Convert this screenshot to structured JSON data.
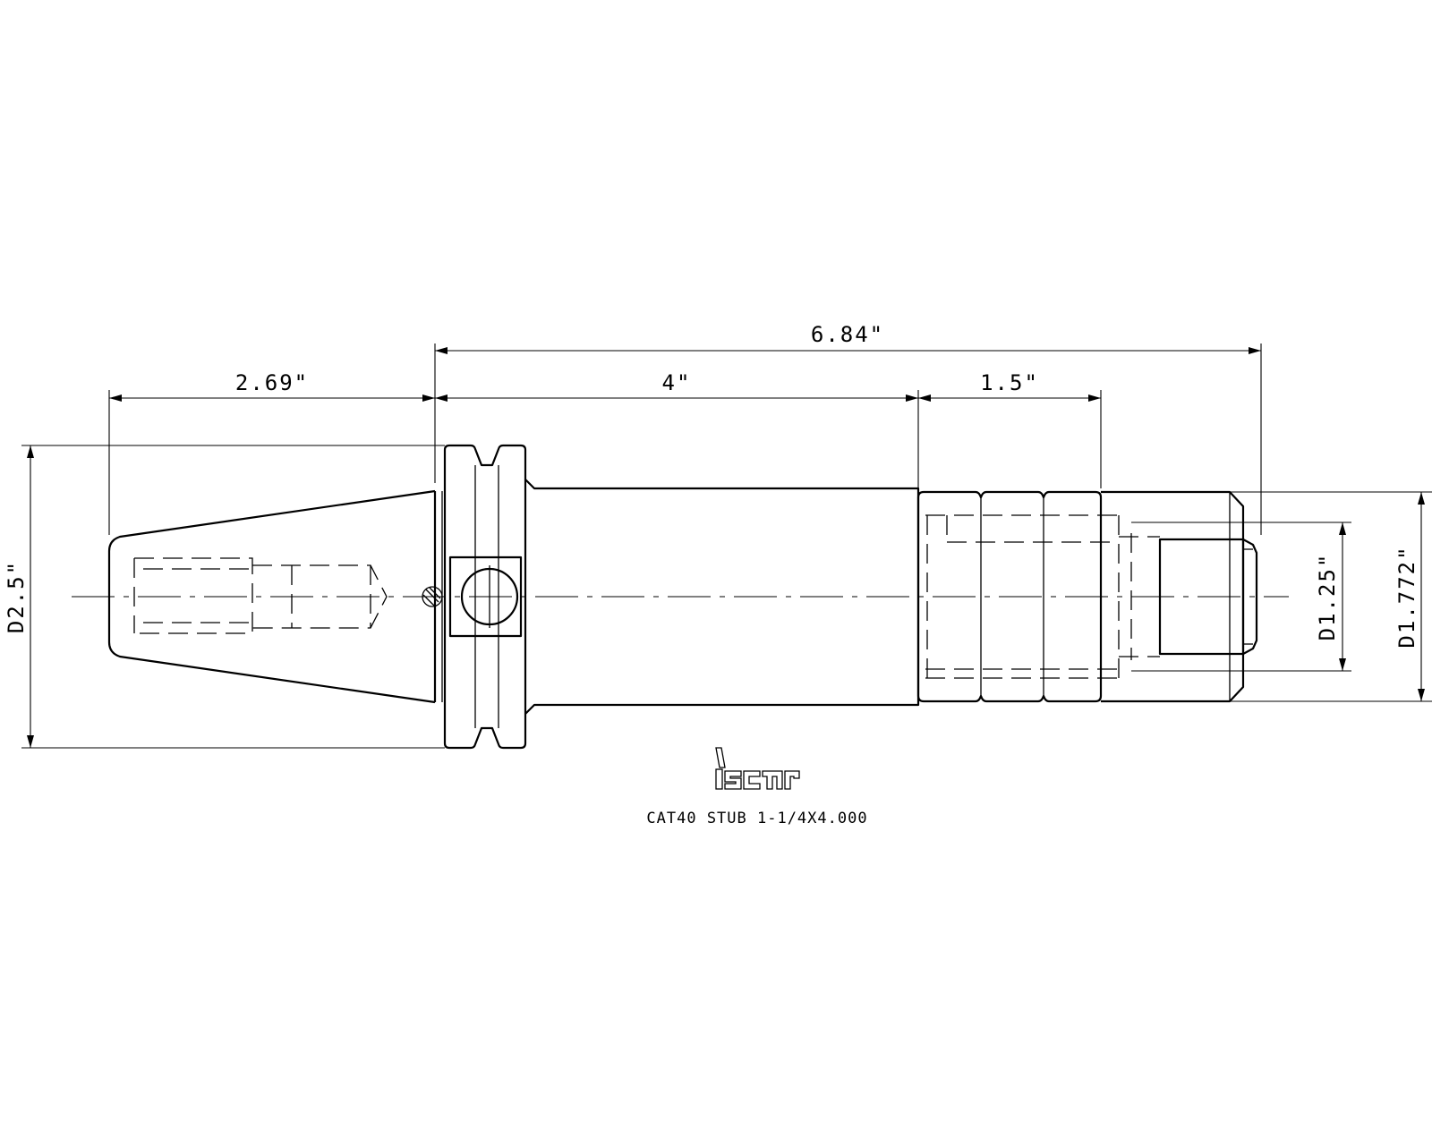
{
  "drawing": {
    "product_caption": "CAT40 STUB 1-1/4X4.000",
    "logo_text": "iscar",
    "line_color": "#000000",
    "background_color": "#ffffff"
  },
  "dimensions": {
    "overall_length": "6.84\"",
    "taper_length": "2.69\"",
    "body_length": "4\"",
    "shank_length": "1.5\"",
    "flange_diameter": "D2.5\"",
    "bore_diameter": "D1.25\"",
    "shank_diameter": "D1.772\""
  }
}
